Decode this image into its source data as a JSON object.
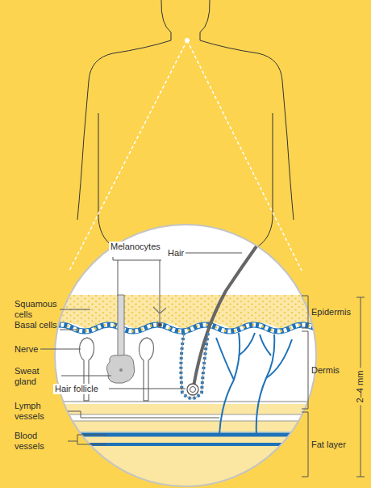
{
  "diagram": {
    "labels": [
      "Hair",
      "Melanocytes",
      "Squamous cells",
      "Basal cells",
      "Nerve",
      "Sweat gland",
      "Hair follicle",
      "Lymph vessels",
      "Blood vessels",
      "Epidermis",
      "Dermis",
      "Fat layer",
      "2–4 mm"
    ]
  }
}
